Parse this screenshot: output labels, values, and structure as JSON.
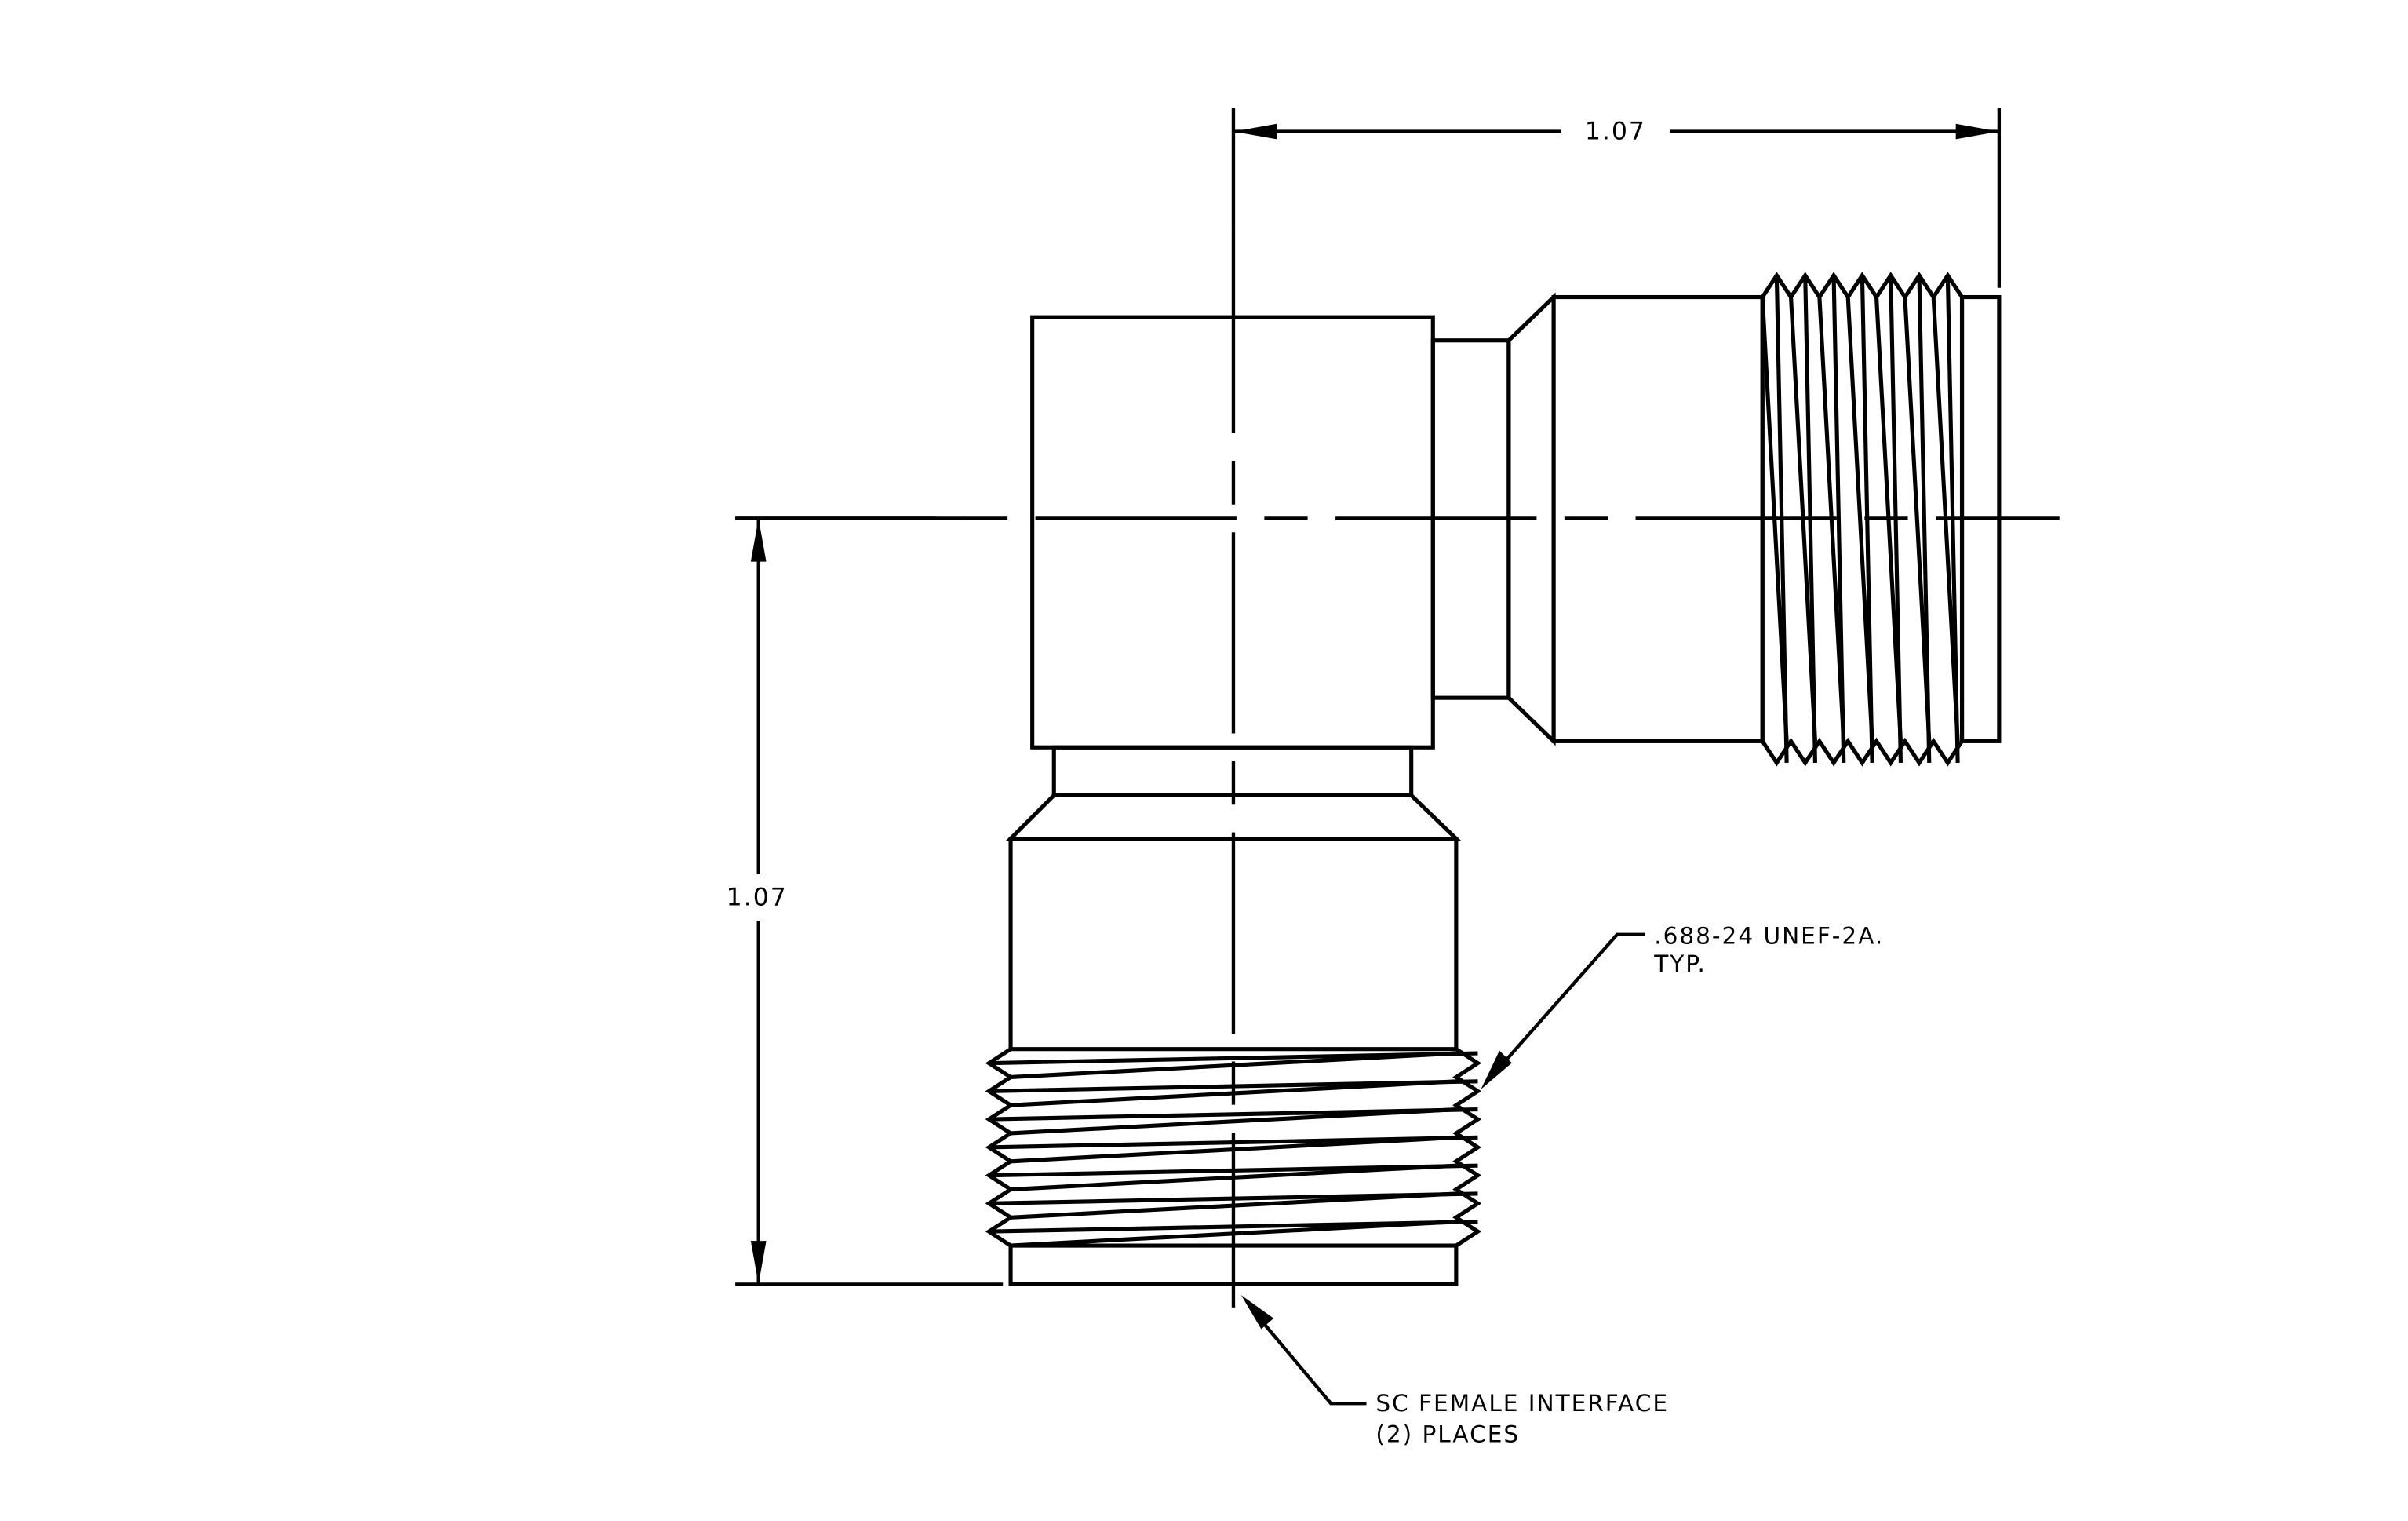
{
  "dimensions": {
    "horizontal_length": "1.07",
    "vertical_length": "1.07"
  },
  "callouts": {
    "thread": {
      "line1": ".688-24 UNEF-2A.",
      "line2": "TYP."
    },
    "interface": {
      "line1": "SC FEMALE INTERFACE",
      "line2": "(2)  PLACES"
    }
  },
  "colors": {
    "line": "#000000",
    "background": "#ffffff"
  }
}
